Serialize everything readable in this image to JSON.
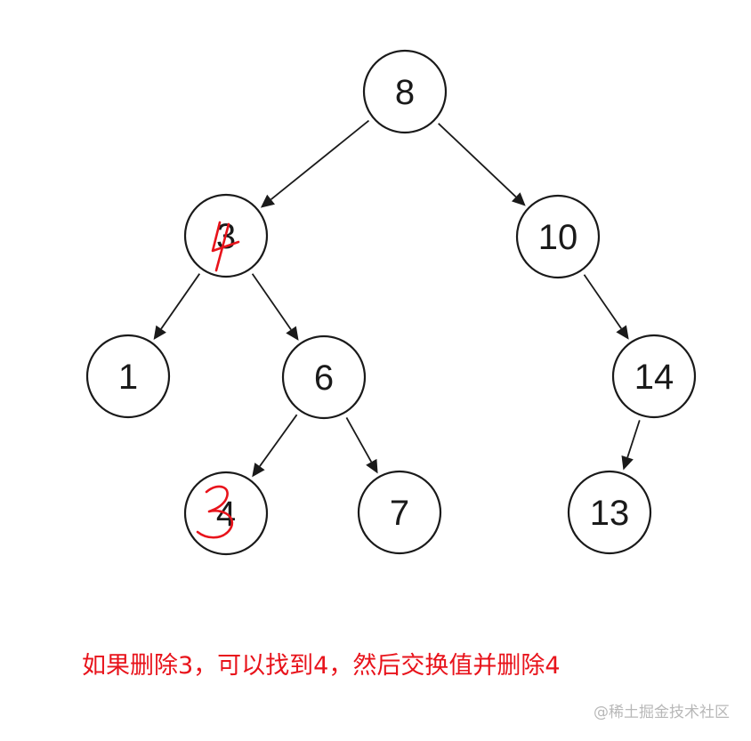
{
  "tree": {
    "nodes": [
      {
        "id": "n8",
        "label": "8"
      },
      {
        "id": "n3",
        "label": "3"
      },
      {
        "id": "n10",
        "label": "10"
      },
      {
        "id": "n1",
        "label": "1"
      },
      {
        "id": "n6",
        "label": "6"
      },
      {
        "id": "n14",
        "label": "14"
      },
      {
        "id": "n4",
        "label": "4"
      },
      {
        "id": "n7",
        "label": "7"
      },
      {
        "id": "n13",
        "label": "13"
      }
    ],
    "edges": [
      {
        "from": "n8",
        "to": "n3"
      },
      {
        "from": "n8",
        "to": "n10"
      },
      {
        "from": "n3",
        "to": "n1"
      },
      {
        "from": "n3",
        "to": "n6"
      },
      {
        "from": "n10",
        "to": "n14"
      },
      {
        "from": "n6",
        "to": "n4"
      },
      {
        "from": "n6",
        "to": "n7"
      },
      {
        "from": "n14",
        "to": "n13"
      }
    ]
  },
  "annotations": {
    "handwritten_on_n3": "4",
    "handwritten_on_n4": "3",
    "color": "#e8131b"
  },
  "caption": {
    "text": "如果删除3，可以找到4，然后交换值并删除4"
  },
  "watermark": {
    "text": "@稀土掘金技术社区"
  }
}
